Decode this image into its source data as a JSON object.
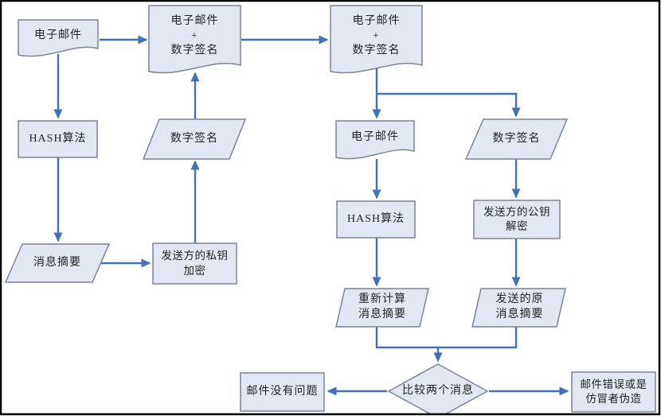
{
  "diagram": {
    "description": "Email digital signature signing and verification flowchart",
    "colors": {
      "node_fill": "#e2e7f3",
      "node_border": "#7c8494",
      "arrow": "#4470b8",
      "text": "#1f2127",
      "page_border": "#000000"
    },
    "nodes": {
      "email_source": {
        "label": "电子邮件",
        "shape": "document"
      },
      "email_plus_sig_sender": {
        "label": "电子邮件\n+\n数字签名",
        "shape": "document"
      },
      "email_plus_sig_receiver": {
        "label": "电子邮件\n+\n数字签名",
        "shape": "document"
      },
      "hash_sender": {
        "label": "HASH算法",
        "shape": "process"
      },
      "digital_signature_sender": {
        "label": "数字签名",
        "shape": "data"
      },
      "message_digest_sender": {
        "label": "消息摘要",
        "shape": "data"
      },
      "private_key_encrypt": {
        "label": "发送方的私钥\n加密",
        "shape": "process"
      },
      "email_received": {
        "label": "电子邮件",
        "shape": "document"
      },
      "digital_signature_received": {
        "label": "数字签名",
        "shape": "data"
      },
      "hash_receiver": {
        "label": "HASH算法",
        "shape": "process"
      },
      "public_key_decrypt": {
        "label": "发送方的公钥\n解密",
        "shape": "process"
      },
      "recomputed_digest": {
        "label": "重新计算\n消息摘要",
        "shape": "data"
      },
      "original_digest": {
        "label": "发送的原\n消息摘要",
        "shape": "data"
      },
      "compare": {
        "label": "比较两个消息",
        "shape": "decision"
      },
      "mail_ok": {
        "label": "邮件没有问题",
        "shape": "process"
      },
      "mail_error": {
        "label": "邮件错误或是\n仿冒者伪造",
        "shape": "process"
      }
    },
    "edges": [
      {
        "from": "email_source",
        "to": "email_plus_sig_sender"
      },
      {
        "from": "email_source",
        "to": "hash_sender"
      },
      {
        "from": "hash_sender",
        "to": "message_digest_sender"
      },
      {
        "from": "message_digest_sender",
        "to": "private_key_encrypt"
      },
      {
        "from": "private_key_encrypt",
        "to": "digital_signature_sender"
      },
      {
        "from": "digital_signature_sender",
        "to": "email_plus_sig_sender"
      },
      {
        "from": "email_plus_sig_sender",
        "to": "email_plus_sig_receiver"
      },
      {
        "from": "email_plus_sig_receiver",
        "to": "email_received"
      },
      {
        "from": "email_plus_sig_receiver",
        "to": "digital_signature_received"
      },
      {
        "from": "email_received",
        "to": "hash_receiver"
      },
      {
        "from": "hash_receiver",
        "to": "recomputed_digest"
      },
      {
        "from": "digital_signature_received",
        "to": "public_key_decrypt"
      },
      {
        "from": "public_key_decrypt",
        "to": "original_digest"
      },
      {
        "from": "recomputed_digest",
        "to": "compare"
      },
      {
        "from": "original_digest",
        "to": "compare"
      },
      {
        "from": "compare",
        "to": "mail_ok"
      },
      {
        "from": "compare",
        "to": "mail_error"
      }
    ]
  }
}
